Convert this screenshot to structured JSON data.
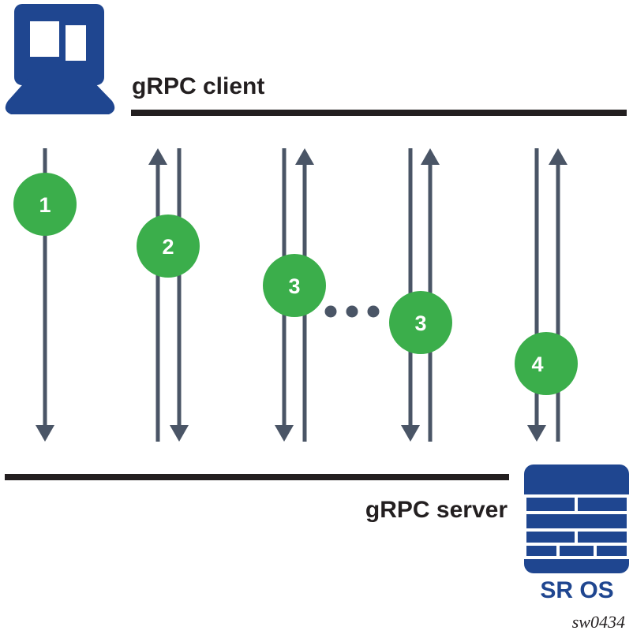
{
  "diagram": {
    "client_label": "gRPC client",
    "server_label": "gRPC server",
    "server_os_label": "SR OS",
    "figure_id": "sw0434",
    "colors": {
      "icon_blue": "#1f4690",
      "arrow_gray": "#4a5566",
      "badge_green": "#3bae4b",
      "bar_black": "#231f20"
    },
    "icons": {
      "client": "computer-icon",
      "server": "firewall-icon"
    },
    "steps": [
      {
        "label": "1",
        "arrows": [
          "down"
        ]
      },
      {
        "label": "2",
        "arrows": [
          "up",
          "down"
        ]
      },
      {
        "label": "3",
        "arrows": [
          "down",
          "up"
        ]
      },
      {
        "label": "3",
        "arrows": [
          "down",
          "up"
        ]
      },
      {
        "label": "4",
        "arrows": [
          "down",
          "up"
        ]
      }
    ],
    "ellipsis": "..."
  }
}
